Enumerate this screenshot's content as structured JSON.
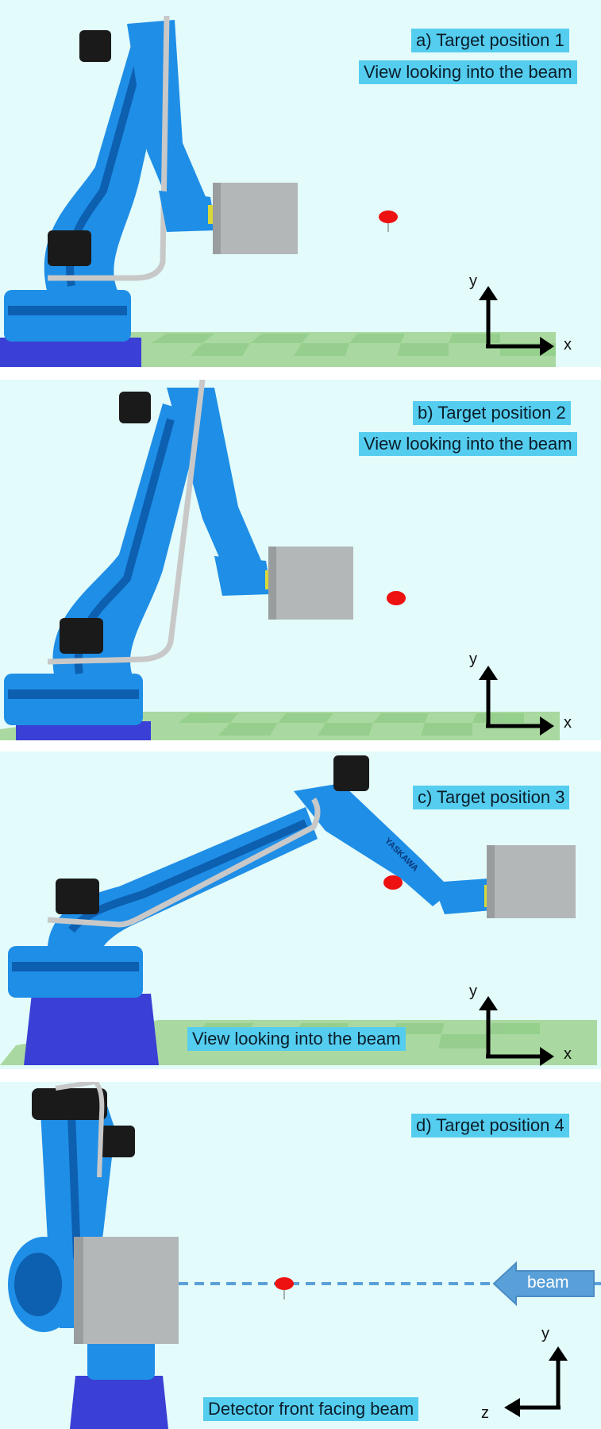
{
  "panels": [
    {
      "title": "a)  Target position 1",
      "view": "View looking into the beam",
      "axes": {
        "vertical": "y",
        "horizontal": "x"
      }
    },
    {
      "title": "b) Target position 2",
      "view": "View looking into the beam",
      "axes": {
        "vertical": "y",
        "horizontal": "x"
      }
    },
    {
      "title": "c) Target position 3",
      "view": "View looking into the beam",
      "axes": {
        "vertical": "y",
        "horizontal": "x"
      },
      "arm_brand": "YASKAWA"
    },
    {
      "title": "d) Target position 4",
      "view": "Detector front facing beam",
      "axes": {
        "vertical": "y",
        "horizontal": "z"
      },
      "beam": "beam"
    }
  ],
  "colors": {
    "robot": "#1f8ee6",
    "robot_dark": "#0d5fb0",
    "pedestal": "#3a3fd6",
    "detector": "#b4b7b8",
    "target": "#ee1111",
    "floor": "#a9d9a0",
    "label_bg": "#55cdef",
    "beam": "#5aa0d8"
  }
}
